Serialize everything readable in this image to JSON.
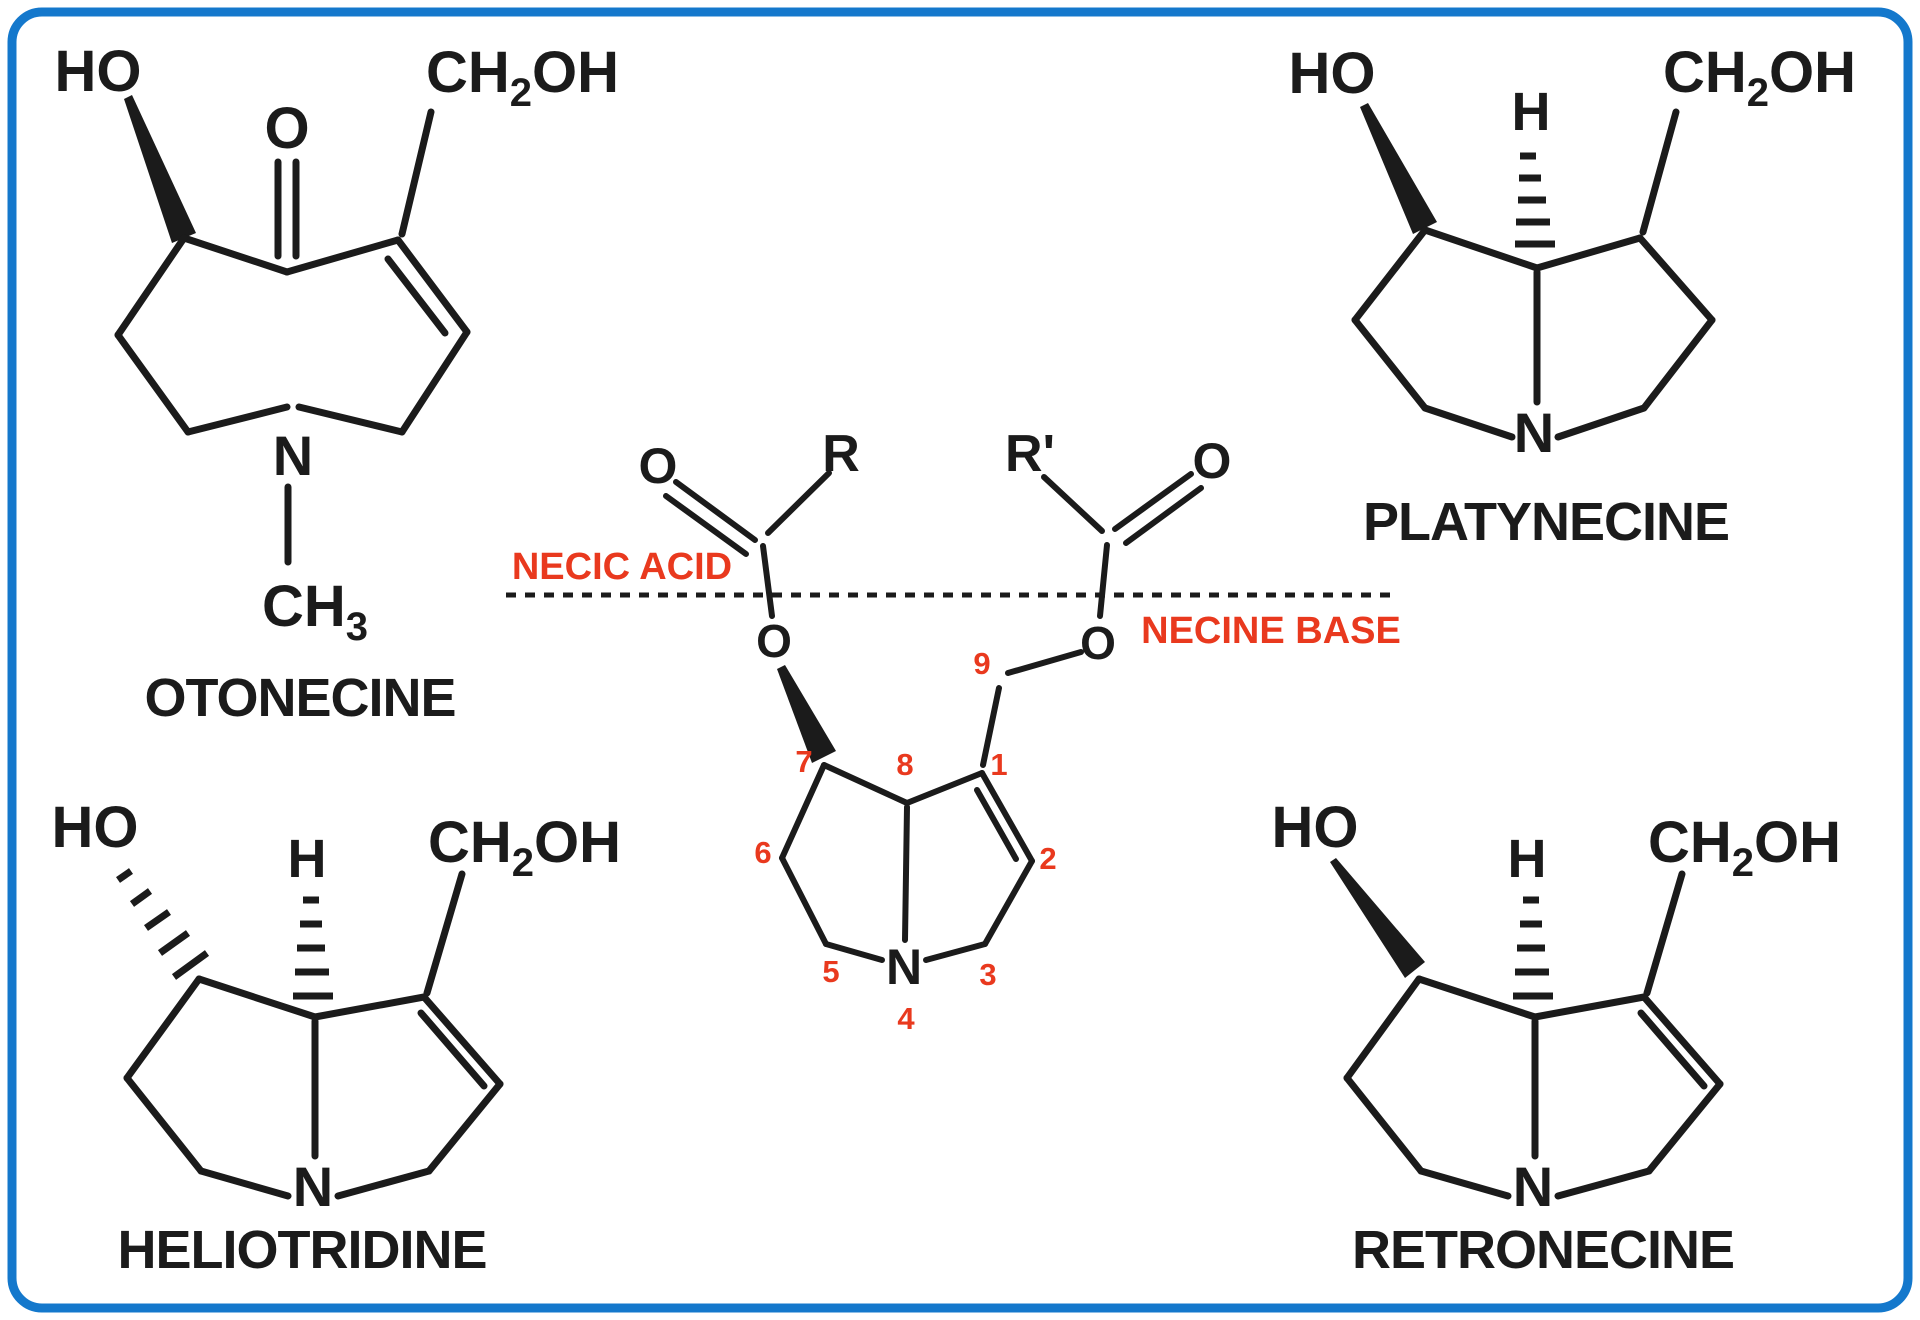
{
  "colors": {
    "border_blue": "#1478cc",
    "bond_black": "#1b1b1b",
    "annotation_red": "#e9391e",
    "background": "#ffffff"
  },
  "otonecine": {
    "name": "OTONECINE",
    "ho": "HO",
    "ketone_o": "O",
    "ch2oh_main": "CH",
    "ch2oh_sub": "2",
    "ch2oh_tail": "OH",
    "n": "N",
    "ch3_main": "CH",
    "ch3_sub": "3"
  },
  "platynecine": {
    "name": "PLATYNECINE",
    "ho": "HO",
    "h": "H",
    "ch2oh_main": "CH",
    "ch2oh_sub": "2",
    "ch2oh_tail": "OH",
    "n": "N"
  },
  "heliotridine": {
    "name": "HELIOTRIDINE",
    "ho": "HO",
    "h": "H",
    "ch2oh_main": "CH",
    "ch2oh_sub": "2",
    "ch2oh_tail": "OH",
    "n": "N"
  },
  "retronecine": {
    "name": "RETRONECINE",
    "ho": "HO",
    "h": "H",
    "ch2oh_main": "CH",
    "ch2oh_sub": "2",
    "ch2oh_tail": "OH",
    "n": "N"
  },
  "core": {
    "r": "R",
    "r_prime": "R'",
    "carbonyl_o_left": "O",
    "carbonyl_o_right": "O",
    "ester_o_left": "O",
    "ester_o_right": "O",
    "n": "N",
    "necic_acid_label": "NECIC ACID",
    "necine_base_label": "NECINE BASE",
    "pos1": "1",
    "pos2": "2",
    "pos3": "3",
    "pos4": "4",
    "pos5": "5",
    "pos6": "6",
    "pos7": "7",
    "pos8": "8",
    "pos9": "9"
  }
}
